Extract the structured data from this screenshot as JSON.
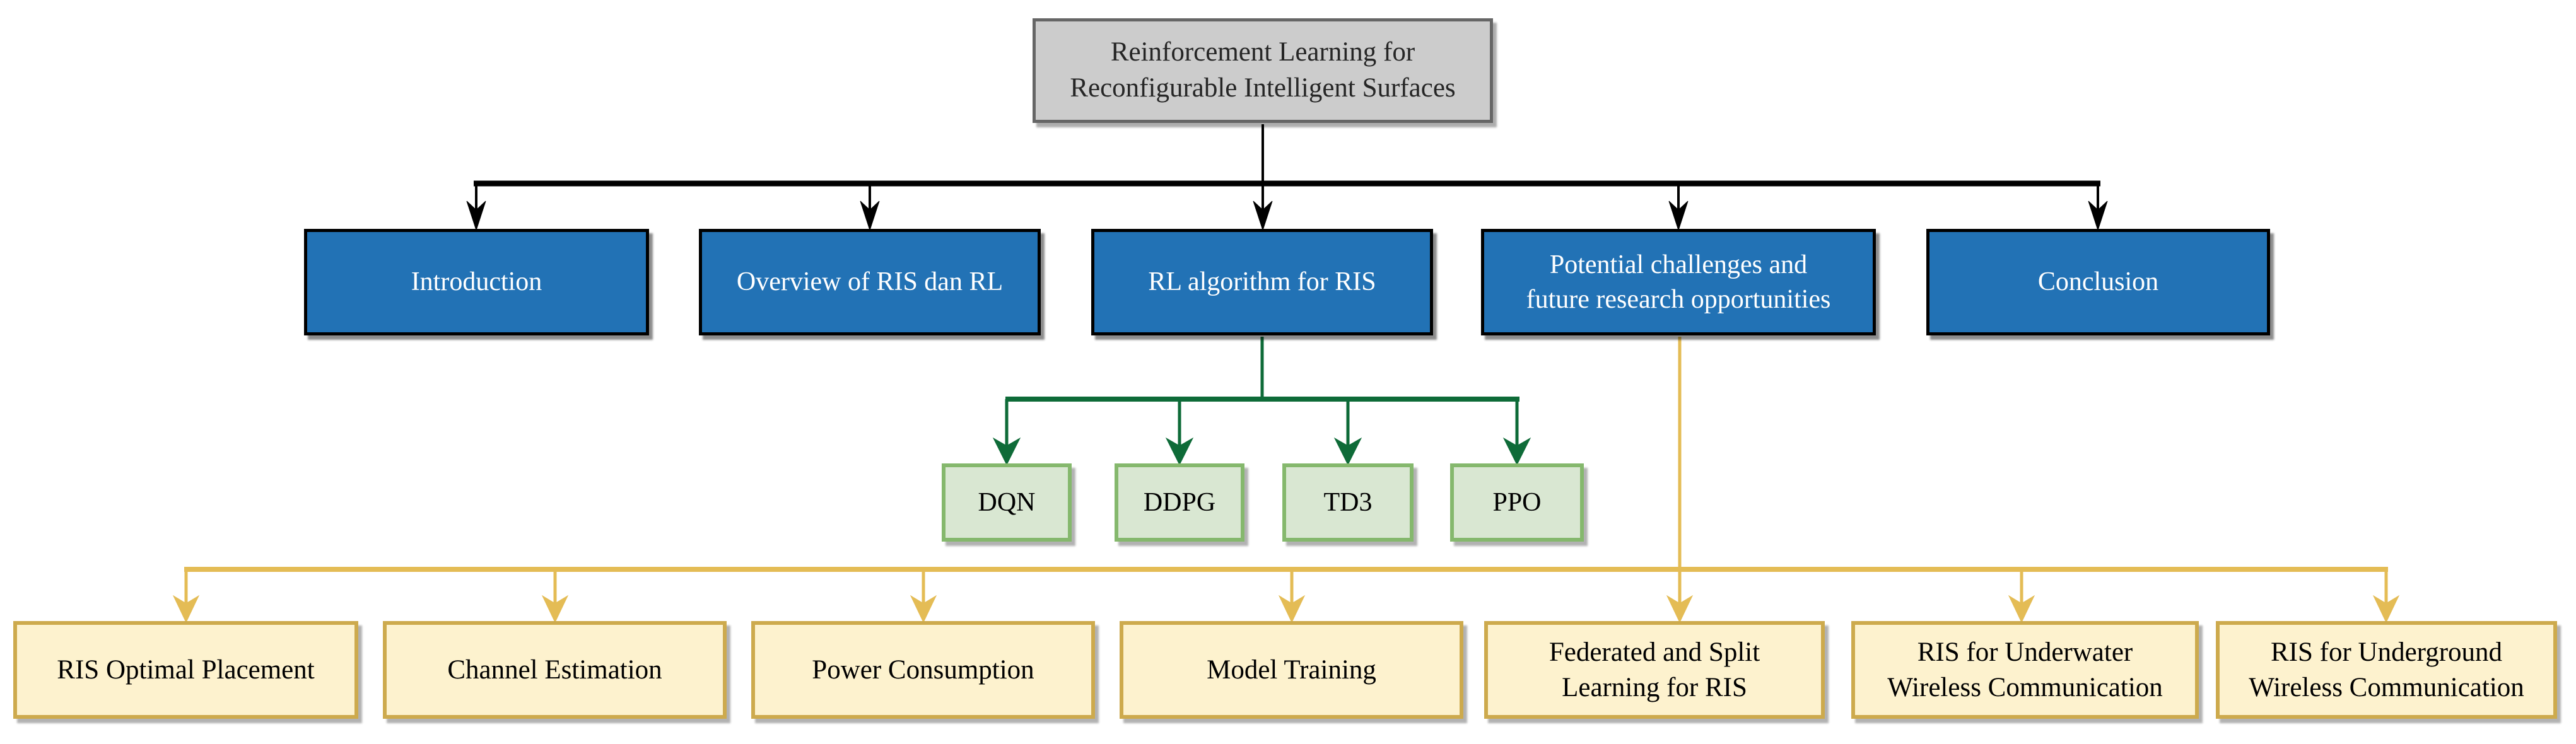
{
  "diagram": {
    "title": "Reinforcement Learning for Reconfigurable Intelligent Surfaces",
    "type": "hierarchy-flowchart",
    "root": {
      "label": "Reinforcement Learning for\nReconfigurable Intelligent Surfaces"
    },
    "sections": [
      {
        "label": "Introduction"
      },
      {
        "label": "Overview of RIS dan RL"
      },
      {
        "label": "RL algorithm for RIS"
      },
      {
        "label": "Potential challenges and\nfuture research opportunities"
      },
      {
        "label": "Conclusion"
      }
    ],
    "rl_algorithms": [
      {
        "label": "DQN"
      },
      {
        "label": "DDPG"
      },
      {
        "label": "TD3"
      },
      {
        "label": "PPO"
      }
    ],
    "challenges": [
      {
        "label": "RIS Optimal Placement"
      },
      {
        "label": "Channel Estimation"
      },
      {
        "label": "Power Consumption"
      },
      {
        "label": "Model Training"
      },
      {
        "label": "Federated and Split\nLearning for RIS"
      },
      {
        "label": "RIS for Underwater\nWireless Communication"
      },
      {
        "label": "RIS for Underground\nWireless Communication"
      }
    ],
    "colors": {
      "root_fill": "#CCCCCC",
      "root_border": "#666666",
      "section_fill": "#2272B5",
      "section_border": "#000000",
      "section_text": "#FFFFFF",
      "algorithm_fill": "#D9E7D2",
      "algorithm_border": "#85B86D",
      "algorithm_connector": "#0E6B38",
      "challenge_fill": "#FDF2CE",
      "challenge_border": "#CDAA4D",
      "challenge_connector": "#E4BC55",
      "section_connector": "#000000"
    }
  }
}
